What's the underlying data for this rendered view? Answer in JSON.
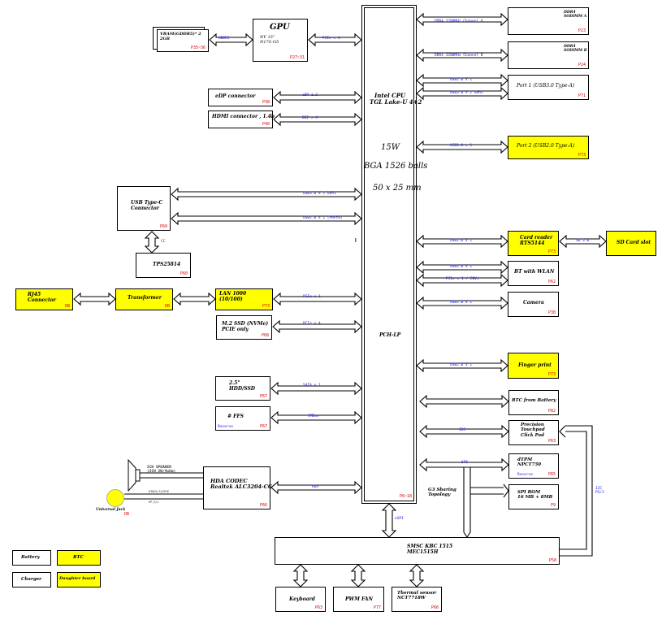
{
  "gpu": {
    "title": "GPU",
    "model": "NV 15\"\nN17S-G5",
    "page": "P27~31"
  },
  "vram": {
    "label": "VRAM(GDDR5)* 2\n2GB",
    "page": "P35~36",
    "link": "GDDR5"
  },
  "gpu_link": "PCIe x 4",
  "cpu": {
    "line1": "Intel CPU",
    "line2": "TGL Lake-U 4+2",
    "power": "15W",
    "package": "BGA 1526 balls",
    "size": "50 x 25 mm",
    "pch": "PCH-LP",
    "page": "P6~18"
  },
  "left": {
    "edp": {
      "label": "eDP connector",
      "page": "P38",
      "link": "eDP 1.2"
    },
    "hdmi": {
      "label": "HDMI connector , 1.4b",
      "page": "P40",
      "link": "DDI x 4"
    },
    "usbc": {
      "label": "USB Type-C\nConnector",
      "page": "P60",
      "link1": "USB3.0 x 2 Gen1",
      "link2": "USB2.0 x 1 (P6Pc0)",
      "cc": "CC"
    },
    "tps": {
      "label": "TPS25814",
      "page": "P60"
    },
    "rj45": {
      "label": "RJ45\nConnector",
      "page": "DB"
    },
    "transformer": {
      "label": "Transformer",
      "page": "DB"
    },
    "lan": {
      "label": "LAN 1000\n(10/100)",
      "page": "P73",
      "link": "PCIe x 1"
    },
    "ssd": {
      "label": "M.2 SSD (NVMe)\nPCIE only",
      "page": "P68",
      "link": "PCIe x 4"
    },
    "hdd": {
      "label": "2.5\"\nHDD/SSD",
      "page": "P67",
      "link": "SATA x 1"
    },
    "ffs": {
      "label": "# FFS",
      "page": "P67",
      "note": "Reserve",
      "link": "SMBus"
    },
    "codec": {
      "label": "HDA CODEC\nRealtek ALC3204-CG",
      "page": "P66",
      "link": "HDA"
    },
    "speaker": {
      "label": "2CH SPEAKER\n(2CH 2W/4ohm)"
    },
    "jack": {
      "label": "Universal Jack",
      "page": "DB",
      "sig1": "RING2/SLEEVE",
      "sig2": "HP_R/L"
    }
  },
  "right": {
    "dimm_a": {
      "label": "DDR4\nSODIMM A",
      "page": "P23",
      "link": "DDR4 3200MHz Channel A"
    },
    "dimm_b": {
      "label": "DDR4\nSODIMM B",
      "page": "P24",
      "link": "DDR4 3200MHz Channel B"
    },
    "port1": {
      "label": "Port 1 (USB3.0 Type-A)",
      "page": "P71",
      "link1": "USB2.0 x 1",
      "link2": "USB3.0 x 1 Gen1"
    },
    "port2": {
      "label": "Port 2 (USB2.0 Type-A)",
      "page": "P73",
      "link": "USB2.0 x 1"
    },
    "card": {
      "label": "Card reader\nRTS5144",
      "page": "P73",
      "link": "USB2.0 x 1",
      "sd_link": "SD 3.0"
    },
    "sdslot": {
      "label": "SD Card slot"
    },
    "bt": {
      "label": "BT with WLAN",
      "page": "P62",
      "link1": "USB2.0 x 1",
      "link2": "PCIe x 1 / CNVi"
    },
    "camera": {
      "label": "Camera",
      "page": "P38",
      "link": "USB2.0 x 1"
    },
    "finger": {
      "label": "Finger print",
      "page": "P73",
      "link": "USB2.0 x 1"
    },
    "rtc": {
      "label": "RTC from Battery",
      "page": "P82"
    },
    "touchpad": {
      "label": "Precision\nTouchpad\nClick Pad",
      "page": "P63",
      "link": "I2C"
    },
    "tpm": {
      "label": "dTPM\nNPCT750",
      "page": "P65",
      "note": "Reserve",
      "link": "SPI"
    },
    "spirom": {
      "label": "SPI ROM\n16 MB + 8MB",
      "page": "P9"
    },
    "g3": "G3 Sharing\nTopology",
    "i2c_ps2": "I2C\nPS/2"
  },
  "ec": {
    "label": "SMSC KBC 1515\nMEC1515H",
    "page": "P58",
    "link": "eSPI"
  },
  "bottom": {
    "keyboard": {
      "label": "Keyboard",
      "page": "P63"
    },
    "fan": {
      "label": "PWM FAN",
      "page": "P77"
    },
    "thermal": {
      "label": "Thermal sensor\nNCT7718W",
      "page": "P66"
    }
  },
  "legend": {
    "battery": "Battery",
    "rtc": "RTC",
    "charger": "Charger",
    "daughter": "Daughter board"
  },
  "colors": {
    "yellow": "#ffff00",
    "link_text": "#2020e0",
    "page_text": "#e00000"
  }
}
